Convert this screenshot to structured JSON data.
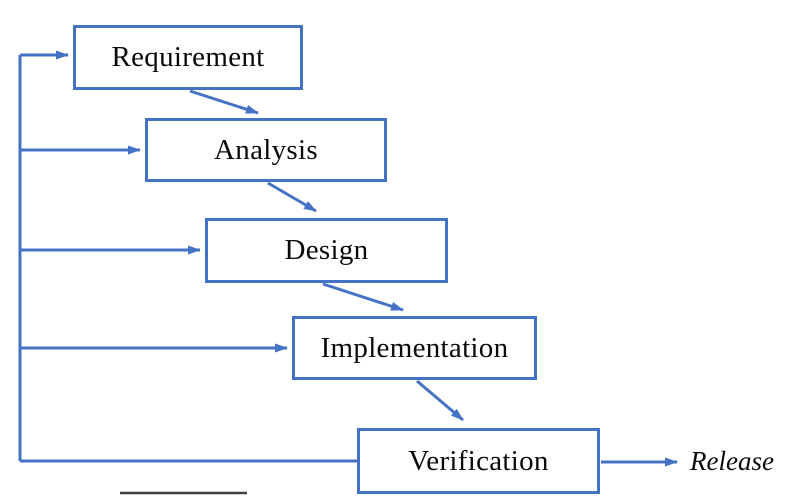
{
  "colors": {
    "accent_blue": "#4472C4",
    "bottom_fragment_dark": "#404040",
    "text_black": "#0a0a0a",
    "background": "#ffffff"
  },
  "diagram": {
    "type": "flowchart-waterfall-model",
    "stages": [
      {
        "label": "Requirement"
      },
      {
        "label": "Analysis"
      },
      {
        "label": "Design"
      },
      {
        "label": "Implementation"
      },
      {
        "label": "Verification"
      }
    ],
    "output_label": "Release",
    "flow_arrows": [
      "Requirement -> Analysis",
      "Analysis -> Design",
      "Design -> Implementation",
      "Implementation -> Verification",
      "Verification -> Release"
    ],
    "feedback_arrows": [
      "feedback -> Requirement",
      "feedback -> Analysis",
      "feedback -> Design",
      "feedback -> Implementation",
      "feedback -> Verification"
    ]
  }
}
